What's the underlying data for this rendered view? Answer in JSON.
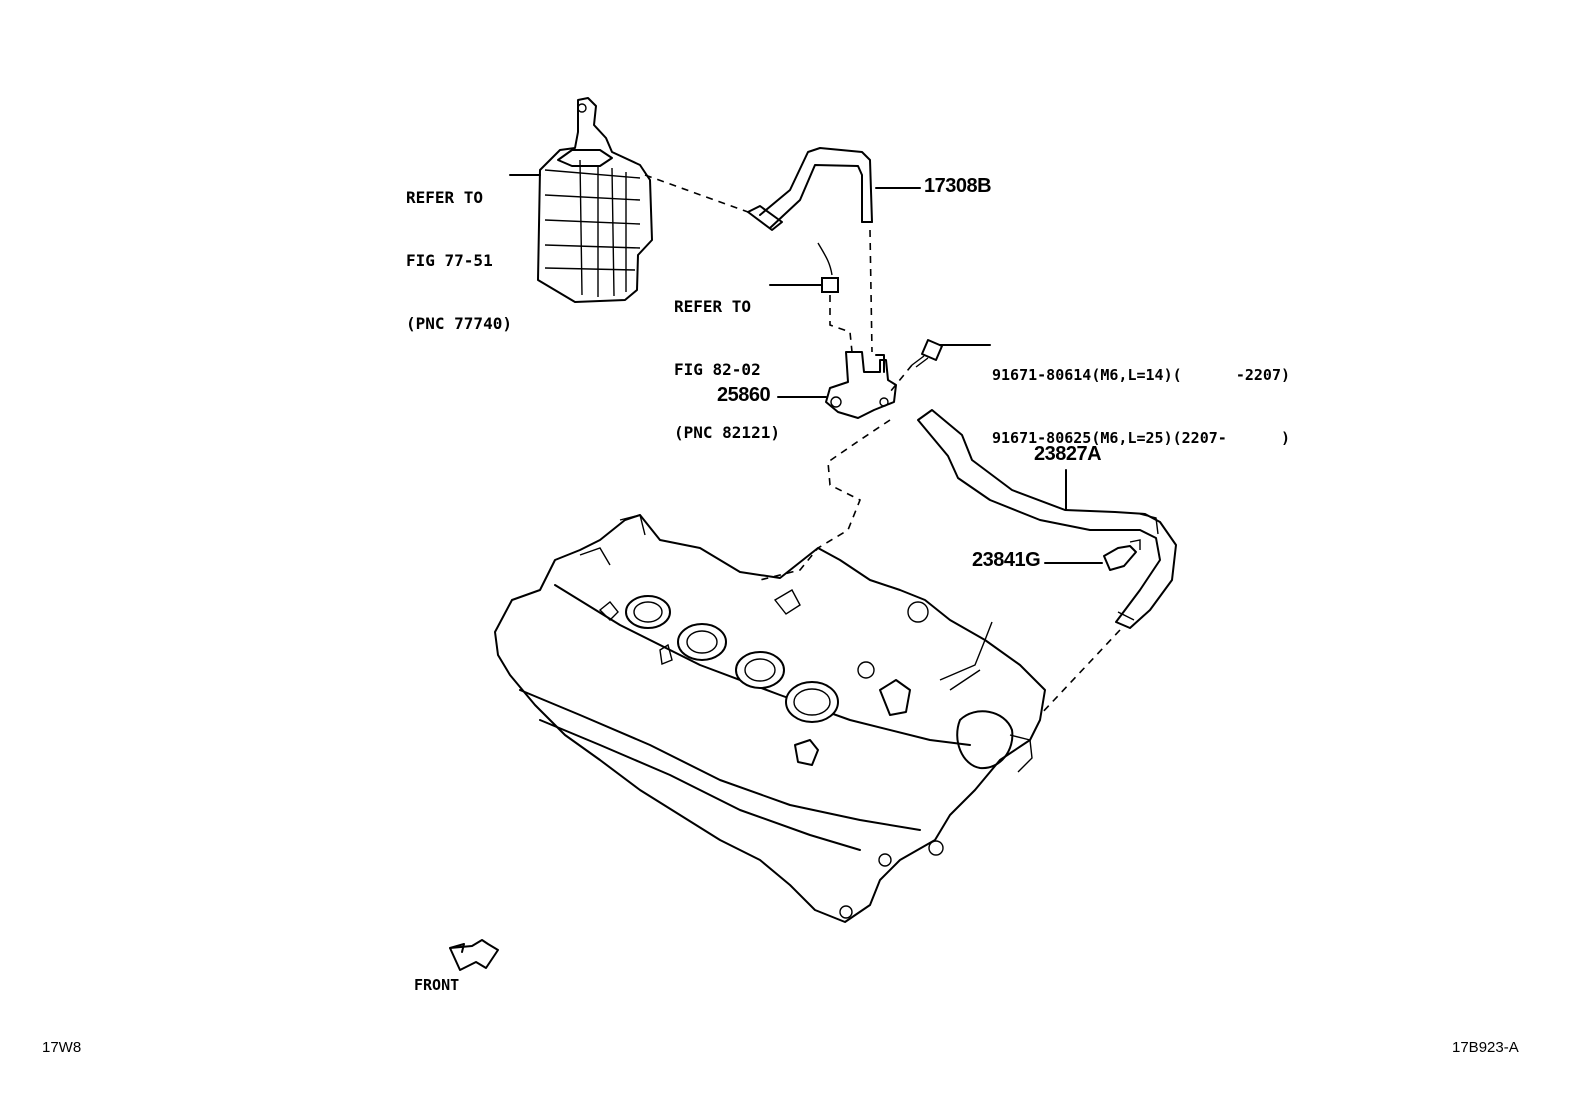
{
  "callouts": {
    "canister_ref": [
      "REFER TO",
      "FIG 77-51",
      "(PNC 77740)"
    ],
    "sensor_ref": [
      "REFER TO",
      "FIG 82-02",
      "(PNC 82121)"
    ],
    "hose_upper": "17308B",
    "vsv": "25860",
    "bolt_line1": "91671-80614(M6,L=14)(      -2207)",
    "bolt_line2": "91671-80625(M6,L=25)(2207-      )",
    "hose_lower": "23827A",
    "clamp": "23841G"
  },
  "orientation": {
    "front_label": "FRONT"
  },
  "footer": {
    "left_code": "17W8",
    "right_code": "17B923-A"
  }
}
